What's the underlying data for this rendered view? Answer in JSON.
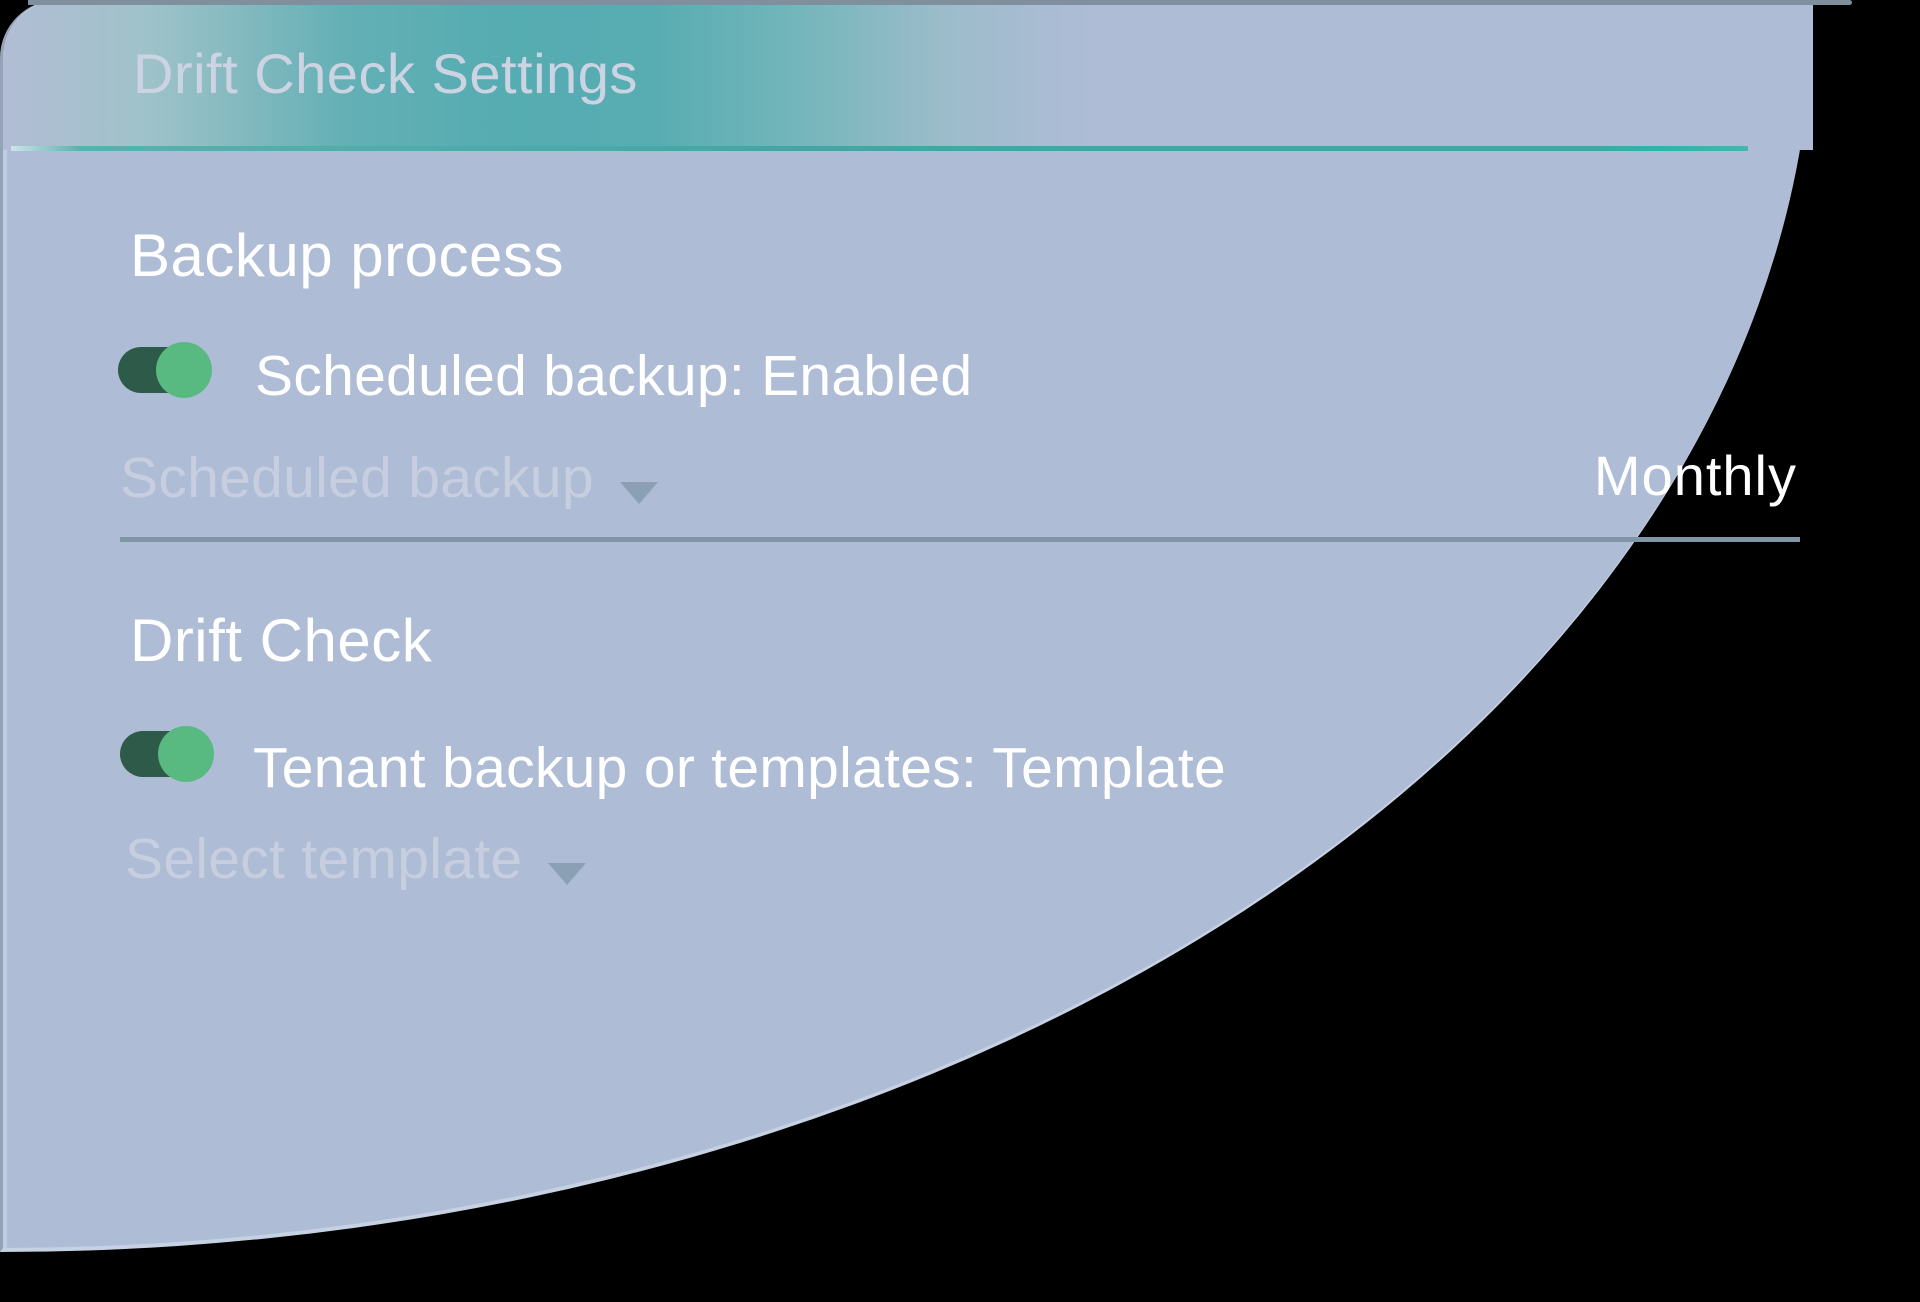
{
  "window": {
    "title": "Drift Check Settings"
  },
  "sections": [
    {
      "heading": "Backup process",
      "toggle": {
        "label": "Scheduled backup: Enabled",
        "state": "on"
      },
      "dropdown": {
        "label": "Scheduled backup",
        "value": "Monthly"
      }
    },
    {
      "heading": "Drift Check",
      "toggle": {
        "label": "Tenant backup or templates: Template",
        "state": "on"
      },
      "dropdown": {
        "label": "Select template",
        "value": ""
      }
    }
  ],
  "icons": {
    "dropdown_caret": "triangle-down"
  },
  "colors": {
    "page_background": "#000000",
    "card_background": "#aebcd6",
    "header_teal": "#55acb1",
    "teal_divider": "#43a6a2",
    "row_divider": "#8096a8",
    "top_line": "#7f8f9d",
    "title_text": "#ccd3e3",
    "body_text": "#ffffff",
    "muted_label": "#c6cedf",
    "caret": "#8ba0b4",
    "toggle_track": "#2e5a49",
    "toggle_knob": "#58ba81"
  }
}
